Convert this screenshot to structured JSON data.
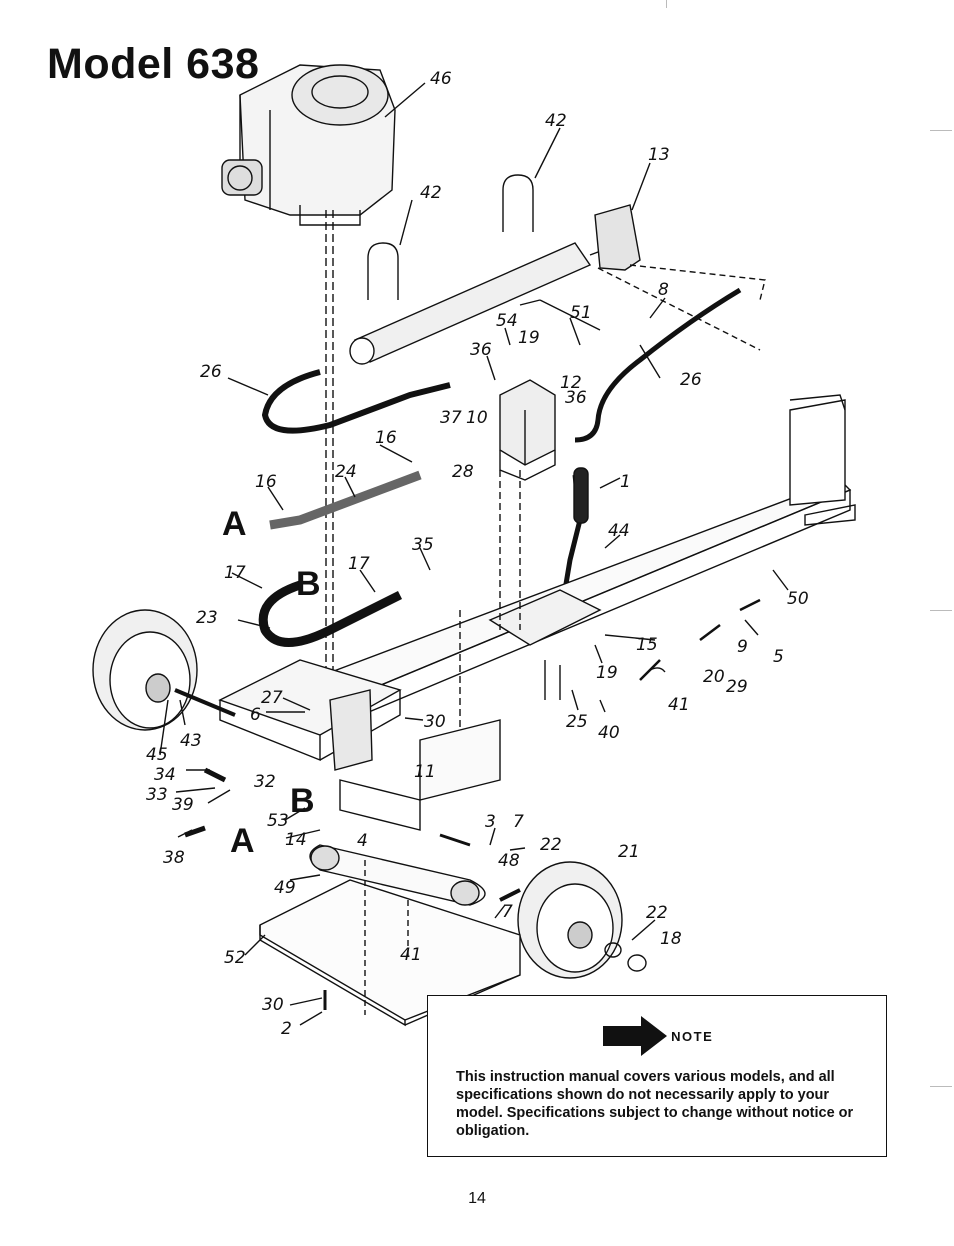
{
  "page": {
    "title": "Model 638",
    "page_number": "14"
  },
  "note": {
    "heading": "NOTE",
    "body": "This instruction manual covers various models, and all specifications shown do not necessarily apply to your model. Specifications subject to change without notice or obligation."
  },
  "diagram": {
    "callouts": {
      "c46": "46",
      "c42a": "42",
      "c13": "13",
      "c42b": "42",
      "c8": "8",
      "c54": "54",
      "c51": "51",
      "c36a": "36",
      "c19a": "19",
      "c26a": "26",
      "c26b": "26",
      "c12": "12",
      "c36b": "36",
      "c37": "37",
      "c10": "10",
      "c16a": "16",
      "c28": "28",
      "c24": "24",
      "c16b": "16",
      "c1": "1",
      "c44": "44",
      "c35": "35",
      "c17a": "17",
      "c17b": "17",
      "c50": "50",
      "c23": "23",
      "c15": "15",
      "c9": "9",
      "c5": "5",
      "c19b": "19",
      "c20": "20",
      "c29": "29",
      "c27": "27",
      "c6": "6",
      "c41a": "41",
      "c30a": "30",
      "c25": "25",
      "c40": "40",
      "c43": "43",
      "c45": "45",
      "c11": "11",
      "c34": "34",
      "c32": "32",
      "c33": "33",
      "c39": "39",
      "c53": "53",
      "c3": "3",
      "c7a": "7",
      "c14": "14",
      "c4": "4",
      "c22a": "22",
      "c21": "21",
      "c48": "48",
      "c38": "38",
      "c49": "49",
      "c7b": "7",
      "c22b": "22",
      "c18": "18",
      "c52": "52",
      "c41b": "41",
      "c30b": "30",
      "c2": "2"
    },
    "connectors": {
      "a1": "A",
      "a2": "A",
      "b1": "B",
      "b2": "B"
    }
  }
}
